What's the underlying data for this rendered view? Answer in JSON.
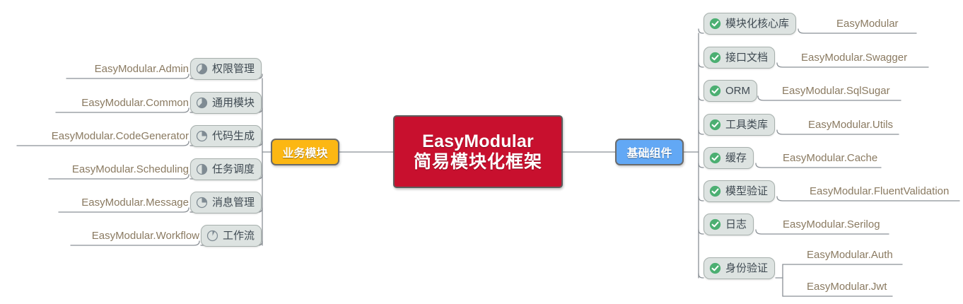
{
  "diagram": {
    "type": "mind-map",
    "title": "EasyModular mind map",
    "background": "#ffffff"
  },
  "colors": {
    "center_fill": "#c8102e",
    "center_border": "#5c5c5c",
    "business_fill": "#fcb713",
    "components_fill": "#62a8f5",
    "branch_border": "#6b6b6b",
    "pill_fill": "#dde3e1",
    "pill_border": "#a7b0ad",
    "pill_text": "#3f4a52",
    "leaf_text": "#8a7a61",
    "wire": "#8a9096",
    "check_green": "#4caf72",
    "progress_fill": "#7f8b93",
    "progress_track": "#dde3e1"
  },
  "center": {
    "line1": "EasyModular",
    "line2": "简易模块化框架"
  },
  "branches": {
    "left": {
      "label": "业务模块",
      "accent": "#fcb713",
      "icon": "progress-pie-icon",
      "topics": [
        {
          "label": "权限管理",
          "icon": "progress-pie-icon",
          "progress": 62,
          "leaf": "EasyModular.Admin"
        },
        {
          "label": "通用模块",
          "icon": "progress-pie-icon",
          "progress": 62,
          "leaf": "EasyModular.Common"
        },
        {
          "label": "代码生成",
          "icon": "progress-pie-icon",
          "progress": 25,
          "leaf": "EasyModular.CodeGenerator"
        },
        {
          "label": "任务调度",
          "icon": "progress-pie-icon",
          "progress": 50,
          "leaf": "EasyModular.Scheduling"
        },
        {
          "label": "消息管理",
          "icon": "progress-pie-icon",
          "progress": 25,
          "leaf": "EasyModular.Message"
        },
        {
          "label": "工作流",
          "icon": "progress-pie-icon",
          "progress": 8,
          "leaf": "EasyModular.Workflow"
        }
      ]
    },
    "right": {
      "label": "基础组件",
      "accent": "#62a8f5",
      "icon": "check-circle-icon",
      "topics": [
        {
          "label": "模块化核心库",
          "icon": "check-circle-icon",
          "leaves": [
            "EasyModular"
          ]
        },
        {
          "label": "接口文档",
          "icon": "check-circle-icon",
          "leaves": [
            "EasyModular.Swagger"
          ]
        },
        {
          "label": "ORM",
          "icon": "check-circle-icon",
          "leaves": [
            "EasyModular.SqlSugar"
          ]
        },
        {
          "label": "工具类库",
          "icon": "check-circle-icon",
          "leaves": [
            "EasyModular.Utils"
          ]
        },
        {
          "label": "缓存",
          "icon": "check-circle-icon",
          "leaves": [
            "EasyModular.Cache"
          ]
        },
        {
          "label": "模型验证",
          "icon": "check-circle-icon",
          "leaves": [
            "EasyModular.FluentValidation"
          ]
        },
        {
          "label": "日志",
          "icon": "check-circle-icon",
          "leaves": [
            "EasyModular.Serilog"
          ]
        },
        {
          "label": "身份验证",
          "icon": "check-circle-icon",
          "leaves": [
            "EasyModular.Auth",
            "EasyModular.Jwt"
          ]
        }
      ]
    }
  }
}
